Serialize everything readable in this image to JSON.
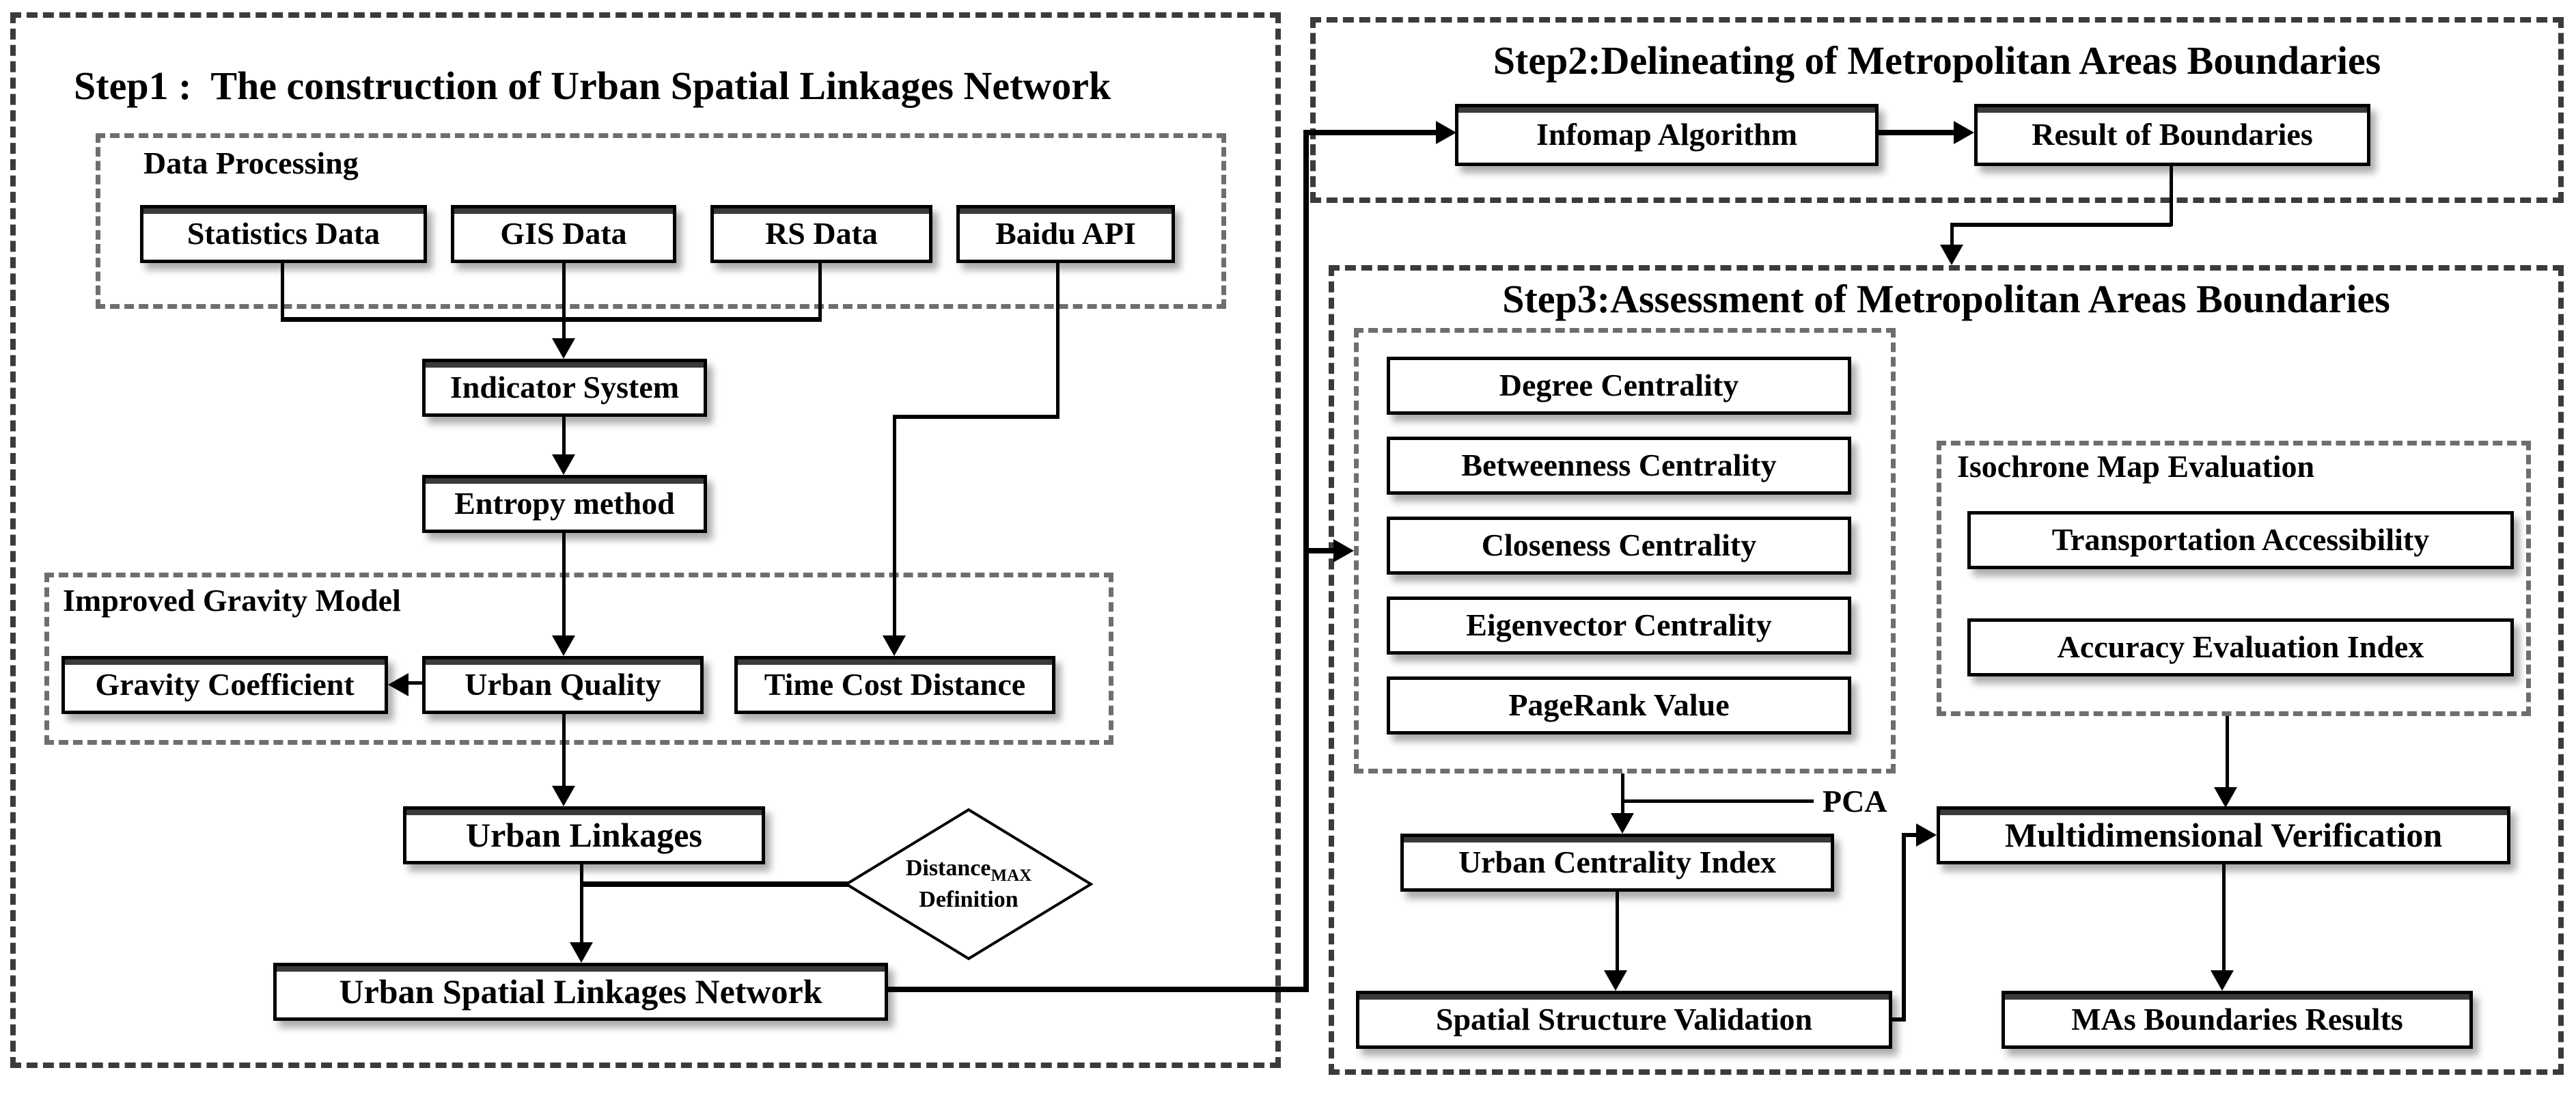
{
  "step1": {
    "title": "Step1 :  The construction of Urban Spatial Linkages Network",
    "data_processing_label": "Data Processing",
    "gravity_model_label": "Improved Gravity Model",
    "nodes": {
      "statistics_data": "Statistics Data",
      "gis_data": "GIS Data",
      "rs_data": "RS Data",
      "baidu_api": "Baidu API",
      "indicator_system": "Indicator System",
      "entropy_method": "Entropy method",
      "gravity_coefficient": "Gravity Coefficient",
      "urban_quality": "Urban Quality",
      "time_cost_distance": "Time Cost Distance",
      "urban_linkages": "Urban Linkages",
      "urban_spatial_linkages_network": "Urban Spatial Linkages Network"
    },
    "diamond": {
      "word1": "Distance",
      "word1_sub": "MAX",
      "word2": "Definition"
    }
  },
  "step2": {
    "title": "Step2:Delineating of Metropolitan Areas Boundaries",
    "nodes": {
      "infomap_algorithm": "Infomap Algorithm",
      "result_of_boundaries": "Result of Boundaries"
    }
  },
  "step3": {
    "title": "Step3:Assessment of Metropolitan Areas Boundaries",
    "isochrone_label": "Isochrone Map Evaluation",
    "pca_label": "PCA",
    "nodes": {
      "degree_centrality": "Degree Centrality",
      "betweenness_centrality": "Betweenness Centrality",
      "closeness_centrality": "Closeness Centrality",
      "eigenvector_centrality": "Eigenvector Centrality",
      "pagerank_value": "PageRank Value",
      "transportation_accessibility": "Transportation Accessibility",
      "accuracy_evaluation_index": "Accuracy Evaluation Index",
      "urban_centrality_index": "Urban Centrality Index",
      "spatial_structure_validation": "Spatial Structure Validation",
      "multidimensional_verification": "Multidimensional Verification",
      "mas_boundaries_results": "MAs Boundaries Results"
    }
  }
}
